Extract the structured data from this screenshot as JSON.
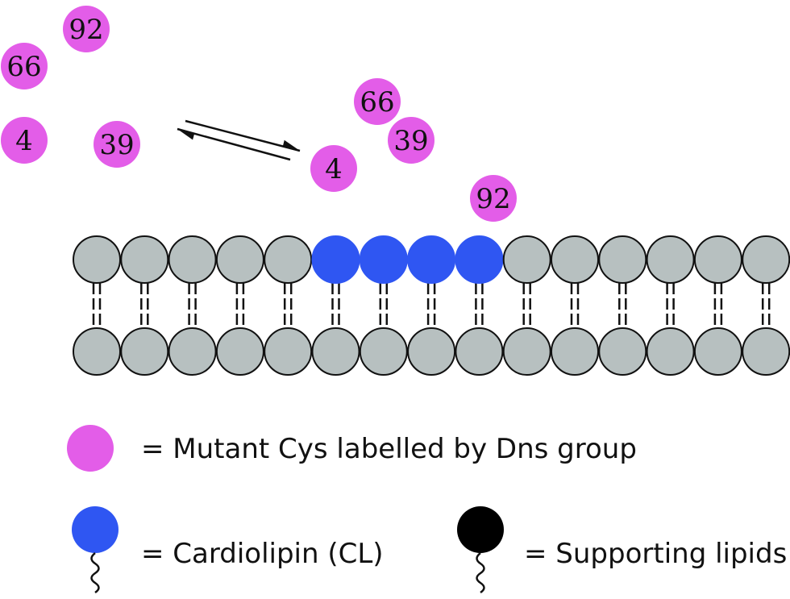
{
  "colors": {
    "residue": "#e35de8",
    "cardiolipin": "#2f56f2",
    "supporting_lipid_fill": "#b7c0c0",
    "supporting_legend": "#000000",
    "outline": "#111111"
  },
  "free_state": {
    "residues": [
      "92",
      "66",
      "4",
      "39"
    ]
  },
  "bound_state": {
    "residues": [
      "66",
      "39",
      "4",
      "92"
    ]
  },
  "membrane": {
    "heads": [
      "lipid",
      "lipid",
      "lipid",
      "lipid",
      "lipid",
      "cardiolipin",
      "cardiolipin",
      "cardiolipin",
      "cardiolipin",
      "lipid",
      "lipid",
      "lipid",
      "lipid",
      "lipid",
      "lipid"
    ]
  },
  "legend": {
    "dns_label": "= Mutant Cys labelled by Dns group",
    "cl_label": "= Cardiolipin (CL)",
    "supporting_label": "= Supporting lipids"
  }
}
